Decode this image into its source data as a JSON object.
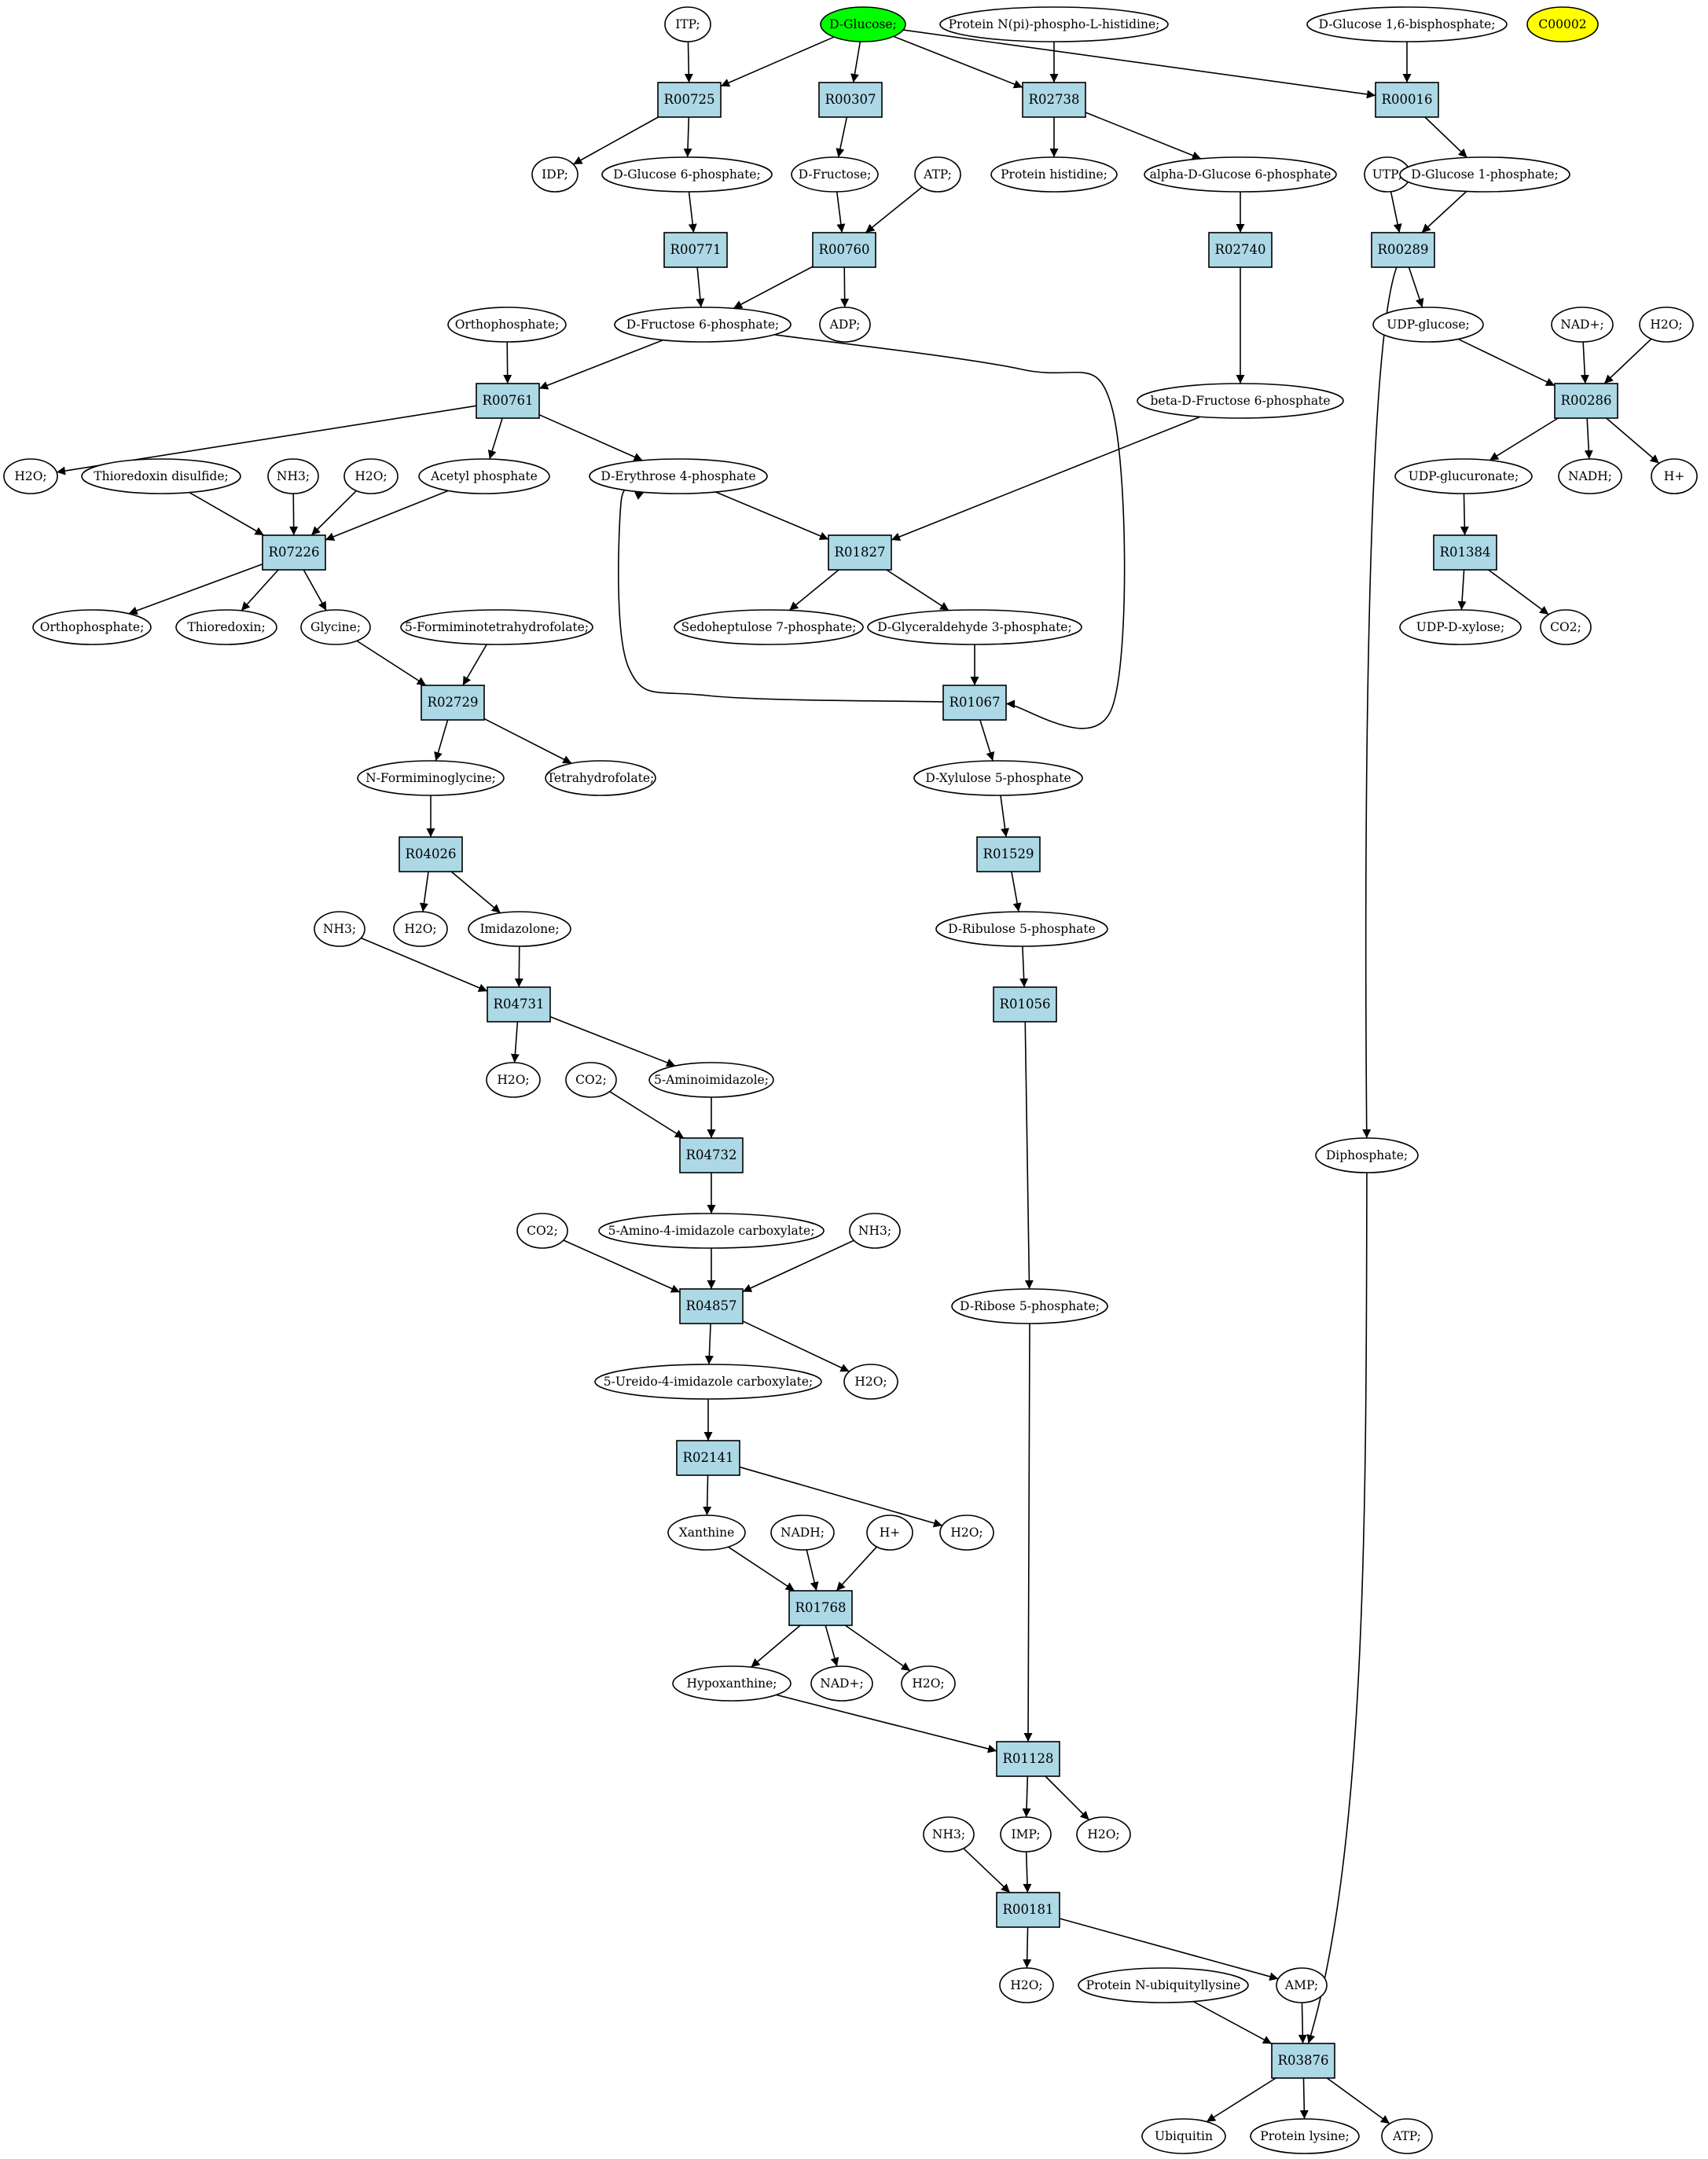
{
  "colors": {
    "reaction_fill": "#add8e6",
    "start_fill": "#00ff00",
    "highlight_fill": "#ffff00",
    "compound_fill": "#ffffff",
    "stroke": "#000000"
  },
  "nodes": [
    {
      "id": "itp",
      "label": "ITP;"
    },
    {
      "id": "dglc",
      "label": "D-Glucose;",
      "style": "start"
    },
    {
      "id": "protnphos",
      "label": "Protein N(pi)-phospho-L-histidine;"
    },
    {
      "id": "g16bp",
      "label": "D-Glucose 1,6-bisphosphate;"
    },
    {
      "id": "c00002",
      "label": "C00002",
      "style": "highlight"
    },
    {
      "id": "r00725",
      "label": "R00725",
      "type": "reaction"
    },
    {
      "id": "r00307",
      "label": "R00307",
      "type": "reaction"
    },
    {
      "id": "r02738",
      "label": "R02738",
      "type": "reaction"
    },
    {
      "id": "r00016",
      "label": "R00016",
      "type": "reaction"
    },
    {
      "id": "idp",
      "label": "IDP;"
    },
    {
      "id": "g6p",
      "label": "D-Glucose 6-phosphate;"
    },
    {
      "id": "dfru",
      "label": "D-Fructose;"
    },
    {
      "id": "atp1",
      "label": "ATP;"
    },
    {
      "id": "prothis",
      "label": "Protein histidine;"
    },
    {
      "id": "ag6p",
      "label": "alpha-D-Glucose 6-phosphate"
    },
    {
      "id": "utp",
      "label": "UTP;"
    },
    {
      "id": "g1p",
      "label": "D-Glucose 1-phosphate;"
    },
    {
      "id": "r00771",
      "label": "R00771",
      "type": "reaction"
    },
    {
      "id": "r00760",
      "label": "R00760",
      "type": "reaction"
    },
    {
      "id": "r02740",
      "label": "R02740",
      "type": "reaction"
    },
    {
      "id": "r00289",
      "label": "R00289",
      "type": "reaction"
    },
    {
      "id": "orthop1",
      "label": "Orthophosphate;"
    },
    {
      "id": "f6p",
      "label": "D-Fructose 6-phosphate;"
    },
    {
      "id": "adp",
      "label": "ADP;"
    },
    {
      "id": "udpglc",
      "label": "UDP-glucose;"
    },
    {
      "id": "nadp1",
      "label": "NAD+;"
    },
    {
      "id": "h2o_a",
      "label": "H2O;"
    },
    {
      "id": "r00761",
      "label": "R00761",
      "type": "reaction"
    },
    {
      "id": "bf6p",
      "label": "beta-D-Fructose 6-phosphate"
    },
    {
      "id": "r00286",
      "label": "R00286",
      "type": "reaction"
    },
    {
      "id": "h2o_b",
      "label": "H2O;"
    },
    {
      "id": "thiodis",
      "label": "Thioredoxin disulfide;"
    },
    {
      "id": "nh3_a",
      "label": "NH3;"
    },
    {
      "id": "h2o_c",
      "label": "H2O;"
    },
    {
      "id": "acetp",
      "label": "Acetyl phosphate"
    },
    {
      "id": "e4p",
      "label": "D-Erythrose 4-phosphate"
    },
    {
      "id": "udpglcu",
      "label": "UDP-glucuronate;"
    },
    {
      "id": "nadh1",
      "label": "NADH;"
    },
    {
      "id": "hplus1",
      "label": "H+"
    },
    {
      "id": "r07226",
      "label": "R07226",
      "type": "reaction"
    },
    {
      "id": "r01827",
      "label": "R01827",
      "type": "reaction"
    },
    {
      "id": "r01384",
      "label": "R01384",
      "type": "reaction"
    },
    {
      "id": "orthop2",
      "label": "Orthophosphate;"
    },
    {
      "id": "thio",
      "label": "Thioredoxin;"
    },
    {
      "id": "gly",
      "label": "Glycine;"
    },
    {
      "id": "fthf",
      "label": "5-Formiminotetrahydrofolate;"
    },
    {
      "id": "s7p",
      "label": "Sedoheptulose 7-phosphate;"
    },
    {
      "id": "gap",
      "label": "D-Glyceraldehyde 3-phosphate;"
    },
    {
      "id": "udpxyl",
      "label": "UDP-D-xylose;"
    },
    {
      "id": "co2_a",
      "label": "CO2;"
    },
    {
      "id": "r02729",
      "label": "R02729",
      "type": "reaction"
    },
    {
      "id": "r01067",
      "label": "R01067",
      "type": "reaction"
    },
    {
      "id": "nfgly",
      "label": "N-Formiminoglycine;"
    },
    {
      "id": "thf",
      "label": "Tetrahydrofolate;"
    },
    {
      "id": "xu5p",
      "label": "D-Xylulose 5-phosphate"
    },
    {
      "id": "r04026",
      "label": "R04026",
      "type": "reaction"
    },
    {
      "id": "r01529",
      "label": "R01529",
      "type": "reaction"
    },
    {
      "id": "nh3_b",
      "label": "NH3;"
    },
    {
      "id": "h2o_d",
      "label": "H2O;"
    },
    {
      "id": "imid",
      "label": "Imidazolone;"
    },
    {
      "id": "ru5p",
      "label": "D-Ribulose 5-phosphate"
    },
    {
      "id": "r04731",
      "label": "R04731",
      "type": "reaction"
    },
    {
      "id": "r01056",
      "label": "R01056",
      "type": "reaction"
    },
    {
      "id": "h2o_e",
      "label": "H2O;"
    },
    {
      "id": "co2_b",
      "label": "CO2;"
    },
    {
      "id": "aimid",
      "label": "5-Aminoimidazole;"
    },
    {
      "id": "r04732",
      "label": "R04732",
      "type": "reaction"
    },
    {
      "id": "diphos",
      "label": "Diphosphate;"
    },
    {
      "id": "co2_c",
      "label": "CO2;"
    },
    {
      "id": "aicarb",
      "label": "5-Amino-4-imidazole carboxylate;"
    },
    {
      "id": "nh3_c",
      "label": "NH3;"
    },
    {
      "id": "r5p",
      "label": "D-Ribose 5-phosphate;"
    },
    {
      "id": "r04857",
      "label": "R04857",
      "type": "reaction"
    },
    {
      "id": "uicarb",
      "label": "5-Ureido-4-imidazole carboxylate;"
    },
    {
      "id": "h2o_f",
      "label": "H2O;"
    },
    {
      "id": "r02141",
      "label": "R02141",
      "type": "reaction"
    },
    {
      "id": "xan",
      "label": "Xanthine"
    },
    {
      "id": "nadh2",
      "label": "NADH;"
    },
    {
      "id": "hplus2",
      "label": "H+"
    },
    {
      "id": "h2o_g",
      "label": "H2O;"
    },
    {
      "id": "r01768",
      "label": "R01768",
      "type": "reaction"
    },
    {
      "id": "hypox",
      "label": "Hypoxanthine;"
    },
    {
      "id": "nadp2",
      "label": "NAD+;"
    },
    {
      "id": "h2o_h",
      "label": "H2O;"
    },
    {
      "id": "r01128",
      "label": "R01128",
      "type": "reaction"
    },
    {
      "id": "nh3_d",
      "label": "NH3;"
    },
    {
      "id": "imp",
      "label": "IMP;"
    },
    {
      "id": "h2o_i",
      "label": "H2O;"
    },
    {
      "id": "r00181",
      "label": "R00181",
      "type": "reaction"
    },
    {
      "id": "h2o_j",
      "label": "H2O;"
    },
    {
      "id": "protub",
      "label": "Protein N-ubiquityllysine"
    },
    {
      "id": "amp",
      "label": "AMP;"
    },
    {
      "id": "r03876",
      "label": "R03876",
      "type": "reaction"
    },
    {
      "id": "ubq",
      "label": "Ubiquitin"
    },
    {
      "id": "protlys",
      "label": "Protein lysine;"
    },
    {
      "id": "atp2",
      "label": "ATP;"
    }
  ]
}
